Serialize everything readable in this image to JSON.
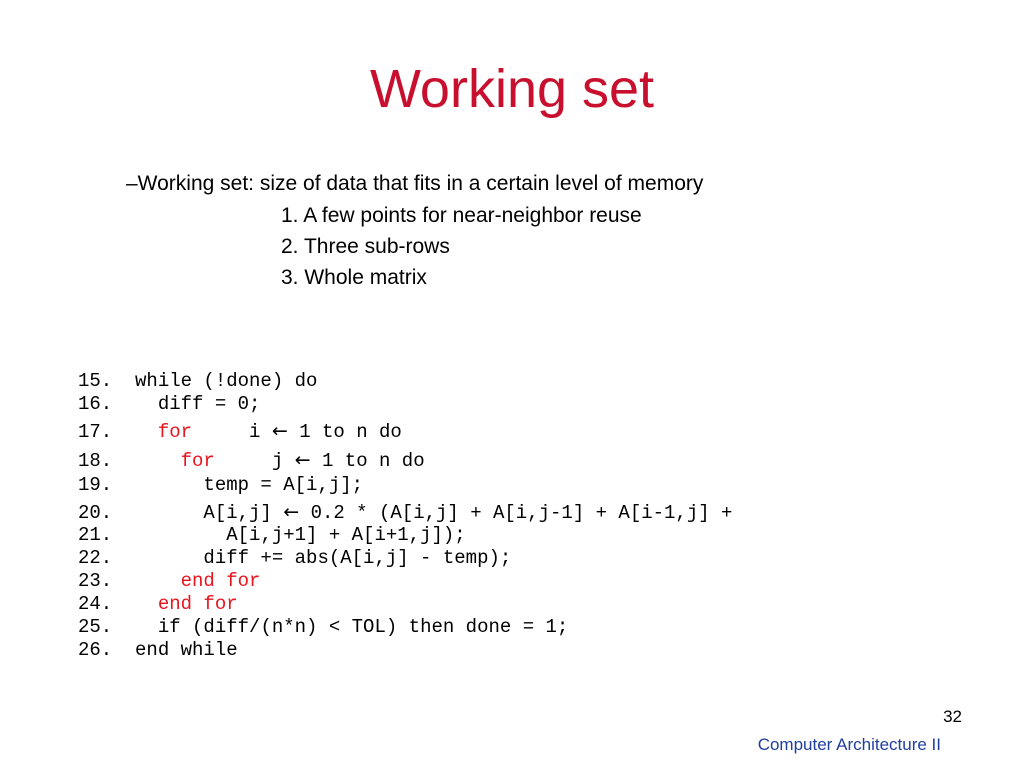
{
  "slide": {
    "title": "Working set",
    "bullet": {
      "main": "–Working set: size of data that fits in a certain level of memory",
      "subitems": [
        "1. A few points for near-neighbor reuse",
        "2. Three sub-rows",
        "3. Whole matrix"
      ]
    },
    "code": {
      "lines": [
        {
          "num": "15.",
          "indent": "",
          "parts": [
            {
              "t": "while (!done) do",
              "kw": false
            }
          ]
        },
        {
          "num": "16.",
          "indent": "  ",
          "parts": [
            {
              "t": "diff = 0;",
              "kw": false
            }
          ]
        },
        {
          "num": "17.",
          "indent": "  ",
          "parts": [
            {
              "t": "for",
              "kw": true
            },
            {
              "t": "     i ",
              "kw": false
            },
            {
              "t": "←",
              "kw": false,
              "arrow": true
            },
            {
              "t": " 1 to n do",
              "kw": false
            }
          ]
        },
        {
          "num": "18.",
          "indent": "    ",
          "parts": [
            {
              "t": "for",
              "kw": true
            },
            {
              "t": "     j ",
              "kw": false
            },
            {
              "t": "←",
              "kw": false,
              "arrow": true
            },
            {
              "t": " 1 to n do",
              "kw": false
            }
          ]
        },
        {
          "num": "19.",
          "indent": "      ",
          "parts": [
            {
              "t": "temp = A[i,j];",
              "kw": false
            }
          ]
        },
        {
          "num": "20.",
          "indent": "      ",
          "parts": [
            {
              "t": "A[i,j] ",
              "kw": false
            },
            {
              "t": "←",
              "kw": false,
              "arrow": true
            },
            {
              "t": " 0.2 * (A[i,j] + A[i,j-1] + A[i-1,j] +",
              "kw": false
            }
          ]
        },
        {
          "num": "21.",
          "indent": "        ",
          "parts": [
            {
              "t": "A[i,j+1] + A[i+1,j]);",
              "kw": false
            }
          ]
        },
        {
          "num": "22.",
          "indent": "      ",
          "parts": [
            {
              "t": "diff += abs(A[i,j] - temp);",
              "kw": false
            }
          ]
        },
        {
          "num": "23.",
          "indent": "    ",
          "parts": [
            {
              "t": "end for",
              "kw": true
            }
          ]
        },
        {
          "num": "24.",
          "indent": "  ",
          "parts": [
            {
              "t": "end for",
              "kw": true
            }
          ]
        },
        {
          "num": "25.",
          "indent": "  ",
          "parts": [
            {
              "t": "if (diff/(n*n) < TOL) then done = 1;",
              "kw": false
            }
          ]
        },
        {
          "num": "26.",
          "indent": "",
          "parts": [
            {
              "t": "end while",
              "kw": false
            }
          ]
        }
      ]
    },
    "page_number": "32",
    "footer": "Computer Architecture II",
    "colors": {
      "title": "#c8102e",
      "keyword": "#e8141e",
      "footer": "#1f3ea0"
    }
  }
}
